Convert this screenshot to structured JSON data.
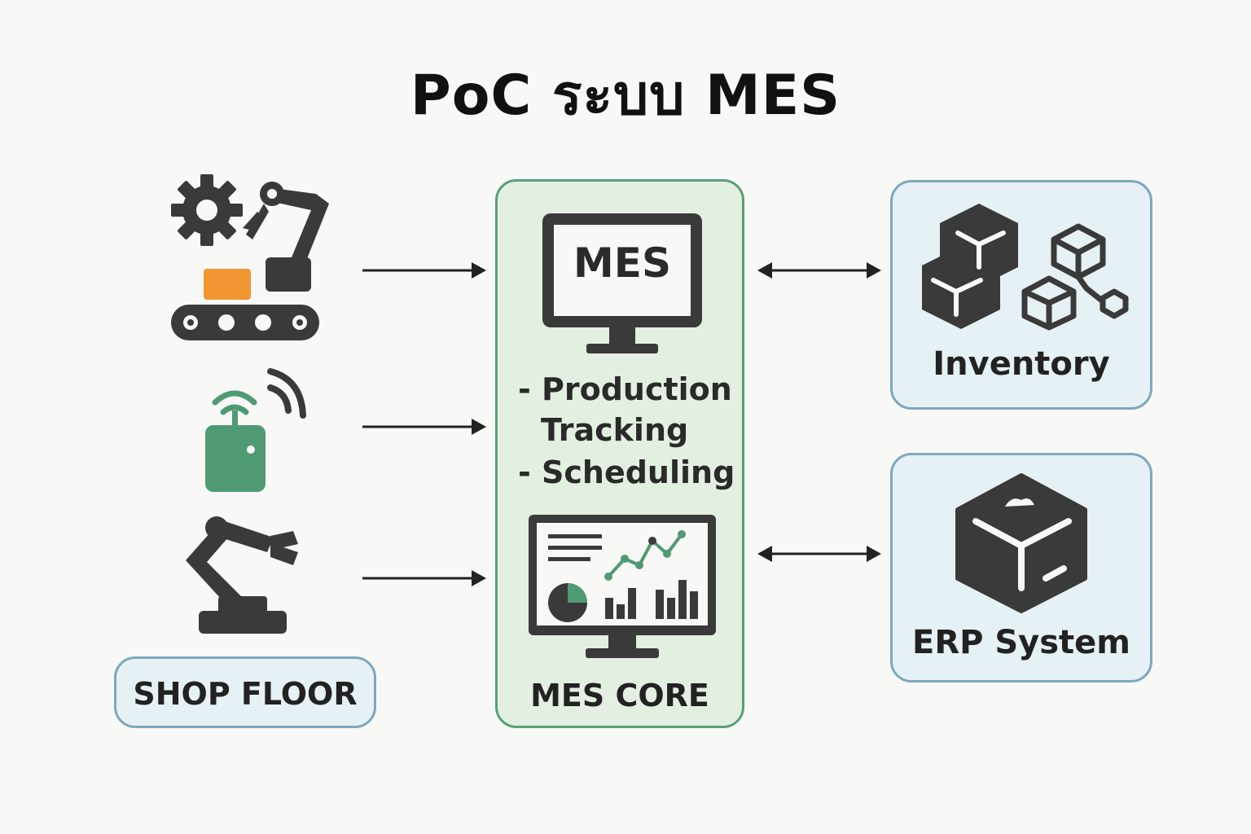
{
  "title": "PoC ระบบ MES",
  "shop_floor": {
    "label": "SHOP FLOOR"
  },
  "mes_core": {
    "monitor_text": "MES",
    "features": [
      "- Production",
      "Tracking",
      "- Scheduling"
    ],
    "label": "MES CORE"
  },
  "inventory": {
    "label": "Inventory"
  },
  "erp": {
    "label": "ERP System"
  },
  "colors": {
    "dark": "#3a3a3a",
    "accent_green": "#4f9a72",
    "accent_orange": "#f29533",
    "core_fill": "#e3f0e1",
    "core_border": "#5a9e76",
    "side_fill": "#e6f1f5",
    "side_border": "#7ea7bd"
  },
  "icons": [
    "gear-icon",
    "robot-arm-icon",
    "conveyor-icon",
    "iot-sensor-icon",
    "wifi-signal-icon",
    "robot-manipulator-icon",
    "monitor-icon",
    "dashboard-icon",
    "cubes-icon",
    "network-cubes-icon",
    "box-icon"
  ]
}
